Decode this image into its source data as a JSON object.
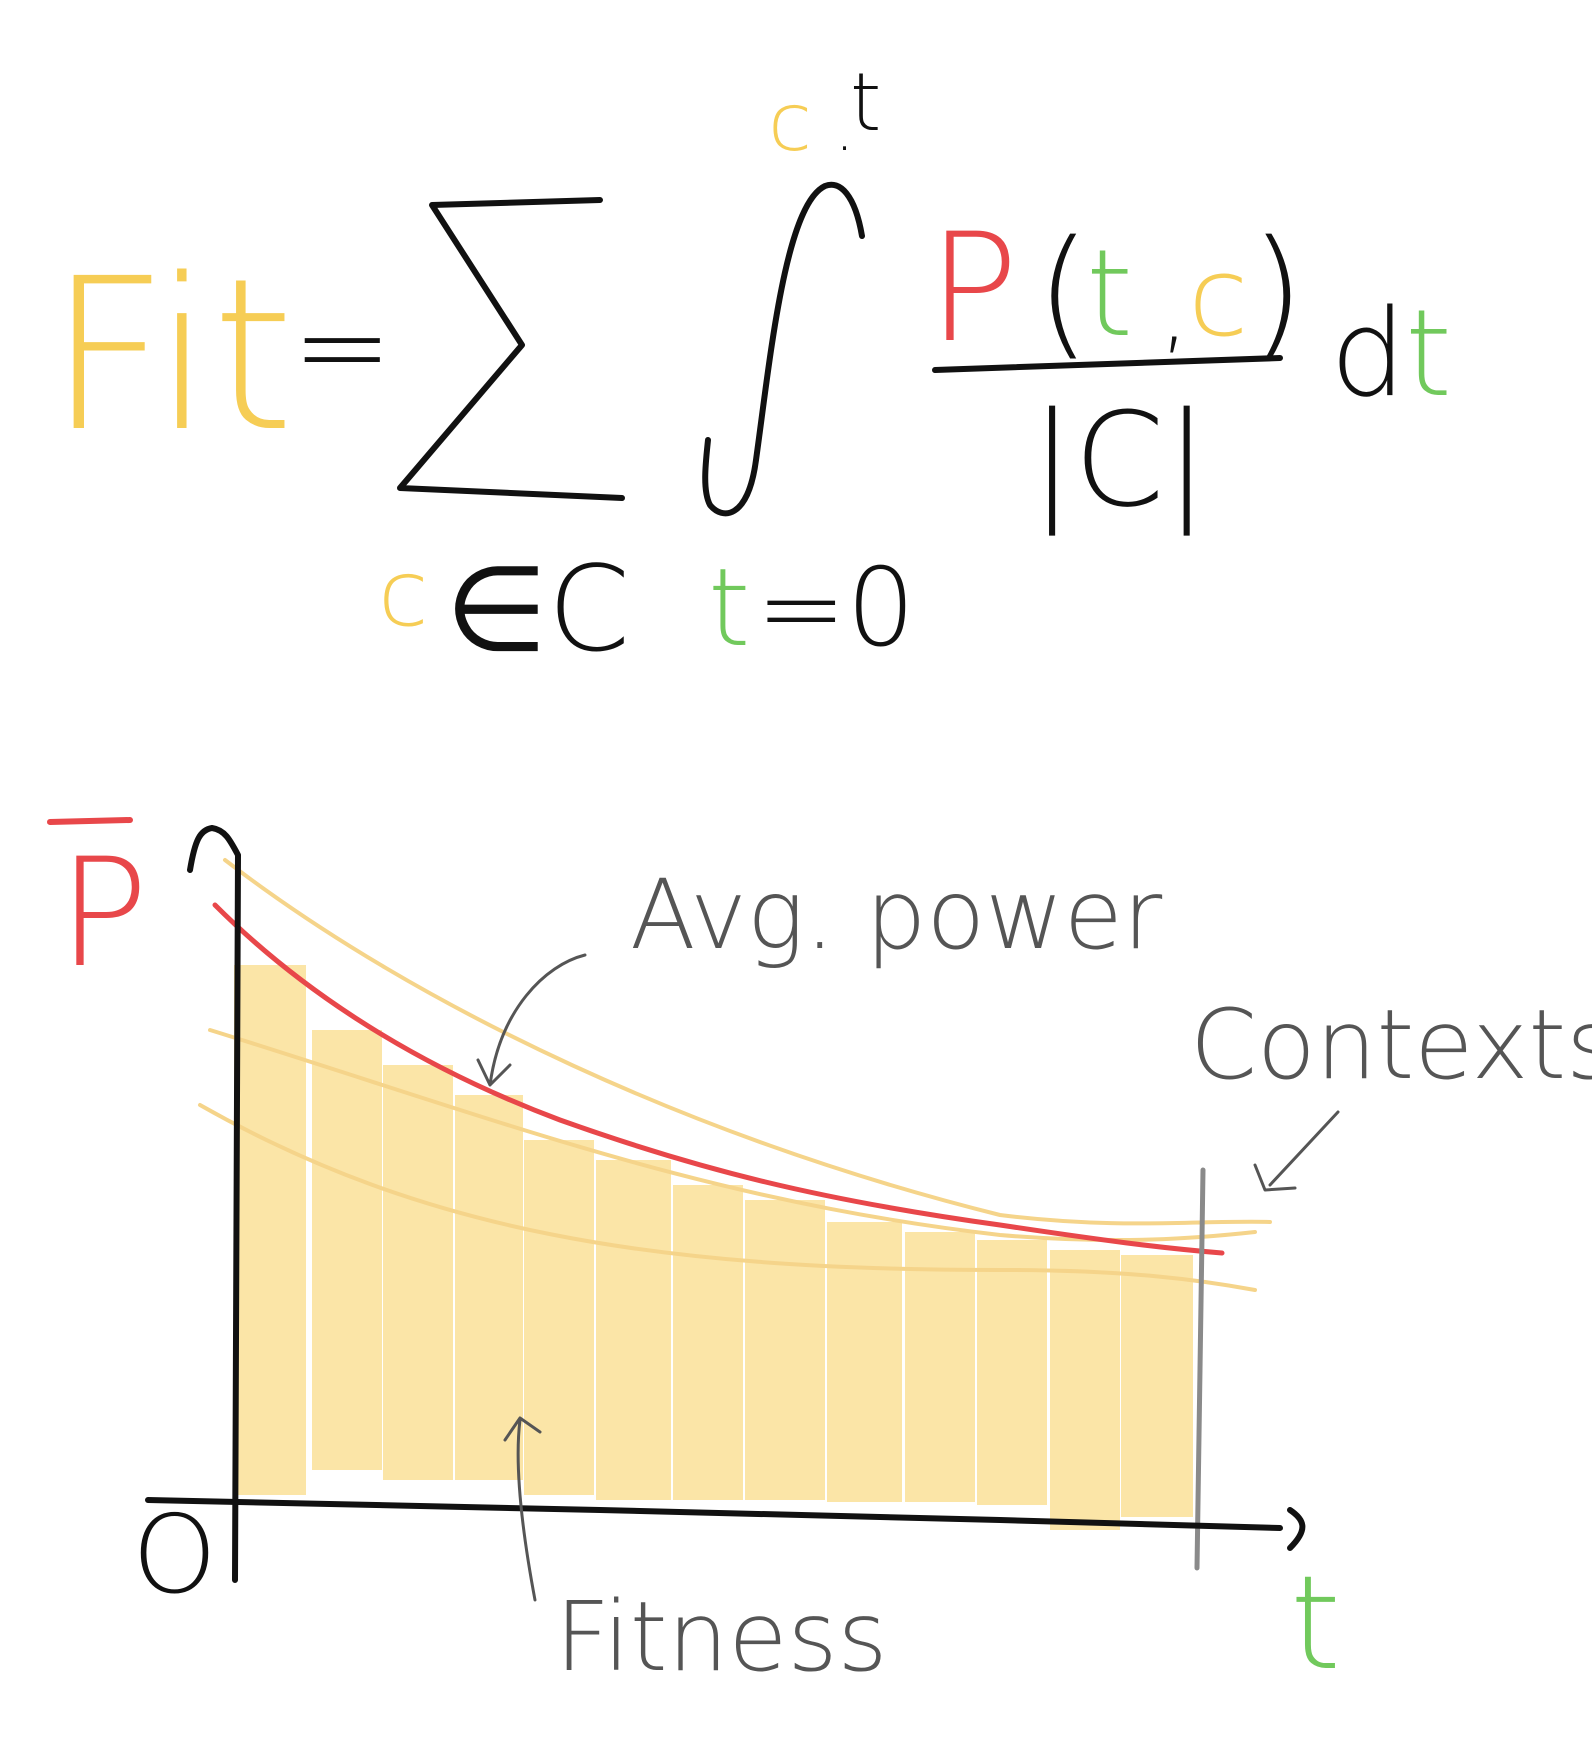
{
  "colors": {
    "yellow": "#f6cd55",
    "red": "#e8474a",
    "green": "#71c95c",
    "ink": "#111111",
    "annotation": "#555555",
    "bar_fill": "#fbe3a0",
    "context_line": "#f5d48a",
    "gray": "#8a8a8a"
  },
  "formula": {
    "lhs": "Fit",
    "equals": "=",
    "sum_index_var": "c",
    "sum_index_rest": "∈C",
    "int_lower_var": "t",
    "int_lower_rest": "=0",
    "int_upper_var": "c",
    "int_upper_sep": ".",
    "int_upper_rest": "t",
    "numerator_p": "P",
    "numerator_open": "(",
    "numerator_t": "t",
    "numerator_comma": ",",
    "numerator_c": "c",
    "numerator_close": ")",
    "denominator": "|C|",
    "differential_d": "d",
    "differential_t": "t"
  },
  "graph": {
    "y_axis_label": "P",
    "x_axis_label": "t",
    "origin_label": "O",
    "annotation_avg_power": "Avg. power",
    "annotation_contexts": "Contexts",
    "annotation_fitness": "Fitness"
  }
}
